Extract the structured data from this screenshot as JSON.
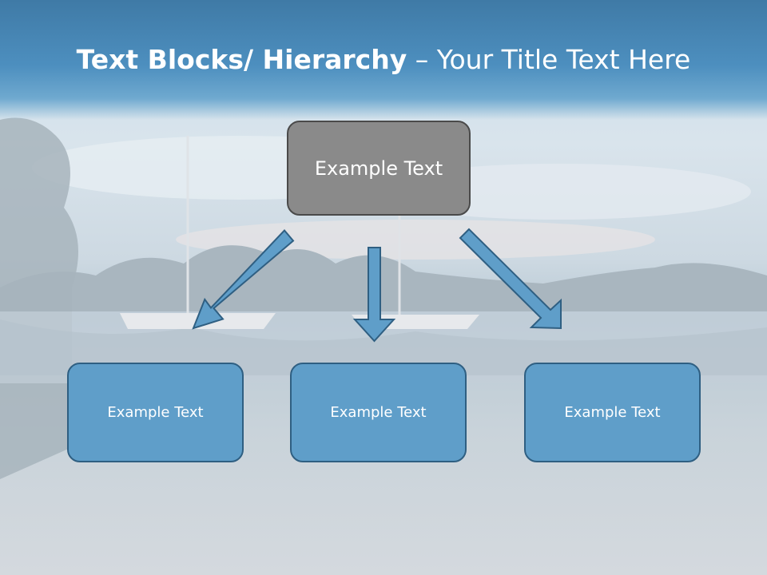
{
  "title": {
    "bold_part": "Text Blocks/ Hierarchy",
    "separator": " – ",
    "light_part": "Your Title Text Here"
  },
  "hierarchy": {
    "root": {
      "label": "Example Text"
    },
    "children": [
      {
        "label": "Example Text"
      },
      {
        "label": "Example Text"
      },
      {
        "label": "Example Text"
      }
    ]
  },
  "colors": {
    "title_band": "#4d8fbf",
    "root_fill": "#8a8a8a",
    "child_fill": "#5f9ec9",
    "arrow_fill": "#5f9ec9",
    "arrow_stroke": "#2f5f82"
  }
}
